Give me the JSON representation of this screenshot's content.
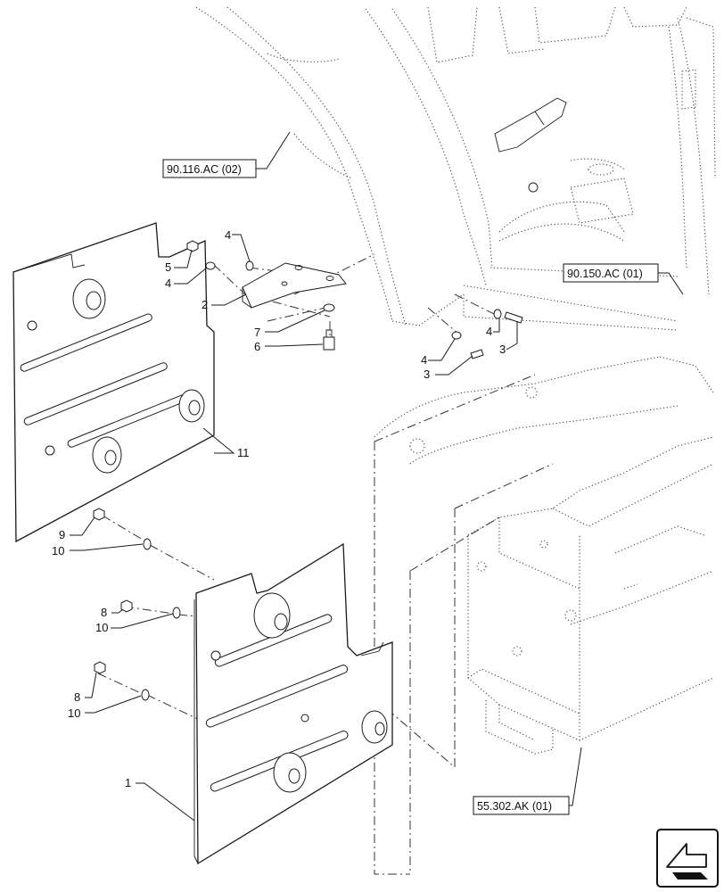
{
  "callouts": {
    "c1": "1",
    "c2": "2",
    "c3a": "3",
    "c3b": "3",
    "c4a": "4",
    "c4b": "4",
    "c4c": "4",
    "c4d": "4",
    "c5": "5",
    "c6": "6",
    "c7": "7",
    "c8a": "8",
    "c8b": "8",
    "c9": "9",
    "c10a": "10",
    "c10b": "10",
    "c10c": "10",
    "c11": "11"
  },
  "references": {
    "ref_fender": "90.116.AC (02)",
    "ref_cab": "90.150.AC (01)",
    "ref_box": "55.302.AK (01)"
  },
  "nav_icon": "arrow-previous-icon"
}
